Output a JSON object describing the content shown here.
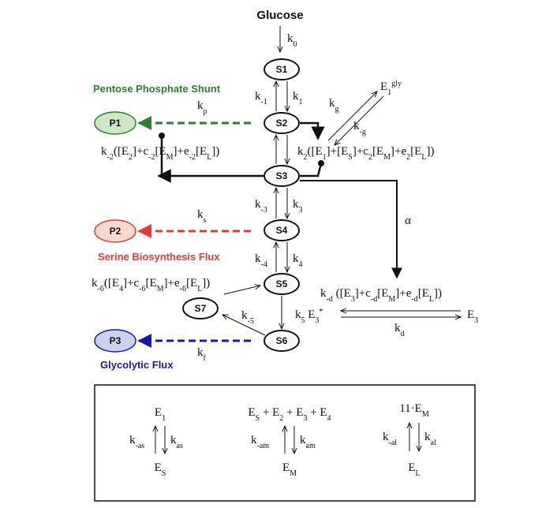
{
  "title": "Glucose",
  "nodes": {
    "s1": "S1",
    "s2": "S2",
    "s3": "S3",
    "s4": "S4",
    "s5": "S5",
    "s6": "S6",
    "s7": "S7",
    "p1": "P1",
    "p2": "P2",
    "p3": "P3"
  },
  "flux_labels": {
    "pentose": "Pentose Phosphate Shunt",
    "serine": "Serine Biosynthesis Flux",
    "glycolytic": "Glycolytic Flux"
  },
  "rates": {
    "k0": "0",
    "k1": "1",
    "km1": "-1",
    "kp": "p",
    "kg": "g",
    "kmg": "-g",
    "k3": "3",
    "km3": "-3",
    "ks": "s",
    "k4": "4",
    "km4": "-4",
    "km5": "-5",
    "kf": "f",
    "k5": "5",
    "kd": "d",
    "alpha": "α"
  },
  "complex_terms": {
    "e1_gly": "gly",
    "k2_text": "k₂([E₁]+[E_S]+c₂[E_M]+e₂[E_L])",
    "km2_text": "k₋₂([E₂]+c₋₂[E_M]+e₋₂[E_L])",
    "km6_text": "k₋₆([E₄]+c₋₆[E_M]+e₋₆[E_L])",
    "kmd_text": "k₋d([E₃]+c₋d[E_M]+e₋d[E_L])",
    "e3_star": "E₃*",
    "e3": "E₃"
  },
  "equilibria": [
    {
      "top": "E₁",
      "bottom": "E_S",
      "left_rate": "-as",
      "right_rate": "as"
    },
    {
      "top": "E_S + E₂ + E₃ + E₄",
      "bottom": "E_M",
      "left_rate": "-am",
      "right_rate": "am"
    },
    {
      "top": "11·E_M",
      "bottom": "E_L",
      "left_rate": "-al",
      "right_rate": "al"
    }
  ],
  "colors": {
    "pentose": "#2e7d32",
    "serine": "#e53935",
    "glycolytic": "#1a1aa8",
    "p1_fill": "#cfe8c4",
    "p2_fill": "#fbd9cc",
    "p3_fill": "#c9d3ee"
  }
}
